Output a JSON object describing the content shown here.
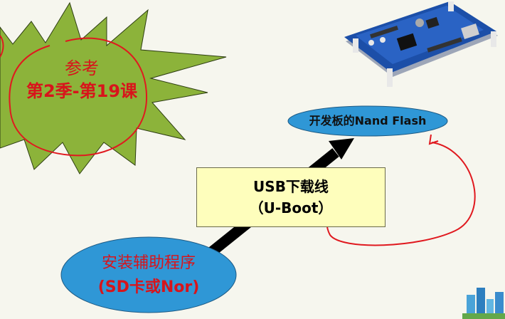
{
  "burst": {
    "line1": "参考",
    "line2": "第2季-第19课",
    "fill": "#8cb33a"
  },
  "usb_box": {
    "line1": "USB下载线",
    "line2": "（U-Boot）",
    "fill": "#fefebc"
  },
  "nand": {
    "label": "开发板的Nand Flash",
    "fill": "#2f97d6"
  },
  "helper": {
    "line1": "安装辅助程序",
    "line2": "(SD卡或Nor)",
    "fill": "#2f97d6"
  },
  "colors": {
    "annotation_red": "#e0191f",
    "arrow": "#000000",
    "board_blue": "#1c4fa8"
  },
  "icons": [
    "dev-board-image",
    "city-buildings-icon"
  ]
}
